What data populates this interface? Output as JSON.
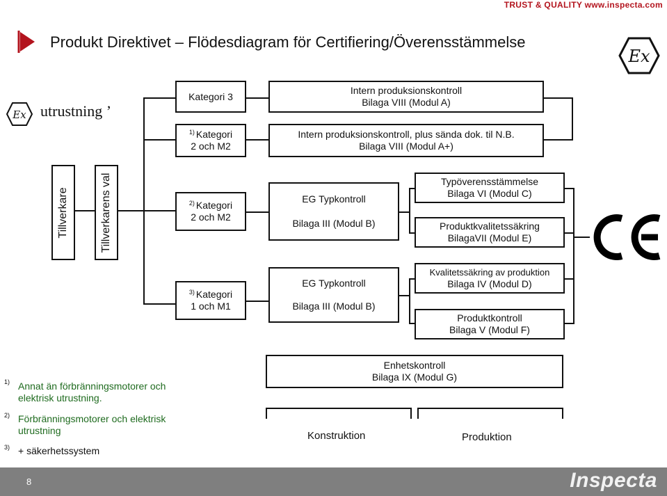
{
  "header": {
    "brand_strip": "TRUST & QUALITY  www.inspecta.com",
    "title": "Produkt Direktivet – Flödesdiagram för Certifiering/Överensstämmelse"
  },
  "ex_label": "utrustning ’",
  "manufacturer": {
    "tillverkare": "Tillverkare",
    "val": "Tillverkarens val"
  },
  "categories": {
    "kat3": "Kategori 3",
    "kat2_top_sup": "1)",
    "kat2_top": [
      "Kategori",
      "2 och M2"
    ],
    "kat2_mid_sup": "2)",
    "kat2_mid": [
      "Kategori",
      "2 och M2"
    ],
    "kat1_sup": "3)",
    "kat1": [
      "Kategori",
      "1 och M1"
    ]
  },
  "procedures": {
    "modul_a": [
      "Intern produksionskontroll",
      "Bilaga VIII (Modul A)"
    ],
    "modul_a_plus": [
      "Intern produksionskontroll, plus sända dok. til N.B.",
      "Bilaga VIII (Modul A+)"
    ],
    "eg_typ_1": [
      "EG Typkontroll",
      "Bilaga III (Modul B)"
    ],
    "eg_typ_2": [
      "EG Typkontroll",
      "Bilaga III (Modul B)"
    ],
    "modul_c": [
      "Typöverensstämmelse",
      "Bilaga VI (Modul C)"
    ],
    "modul_e": [
      "Produktkvalitetssäkring",
      "BilagaVII (Modul E)"
    ],
    "modul_d": [
      "Kvalitetssäkring av produktion",
      "Bilaga IV (Modul D)"
    ],
    "modul_f": [
      "Produktkontroll",
      "Bilaga V (Modul F)"
    ],
    "modul_g": [
      "Enhetskontroll",
      "Bilaga IX (Modul G)"
    ]
  },
  "phases": {
    "konstruktion": "Konstruktion",
    "produktion": "Produktion"
  },
  "notes": [
    {
      "sup": "1)",
      "text": [
        "Annat än förbränningsmotorer och",
        "elektrisk utrustning."
      ]
    },
    {
      "sup": "2)",
      "text": [
        "Förbränningsmotorer och elektrisk",
        "utrustning"
      ]
    },
    {
      "sup": "3)",
      "text": [
        "+ säkerhetssystem"
      ]
    }
  ],
  "footer": {
    "page_number": "8",
    "brand": "Inspecta"
  },
  "colors": {
    "accent_red": "#b3141e",
    "note_green": "#1f6b1f",
    "footer_gray": "#7f7f7f"
  },
  "icons": [
    "ex-hexagon-icon",
    "ce-mark-icon",
    "play-flag-icon"
  ]
}
